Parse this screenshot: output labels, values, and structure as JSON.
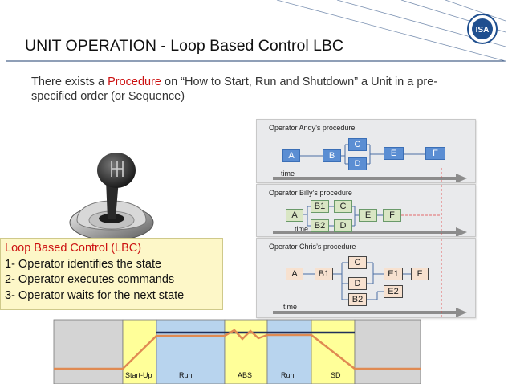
{
  "slide": {
    "title": "UNIT OPERATION - Loop Based Control LBC",
    "logo_text": "ISA",
    "subtitle_pre": "There exists a ",
    "subtitle_highlight": "Procedure",
    "subtitle_post": " on “How to Start, Run and Shutdown” a Unit in a pre-specified order (or Sequence)"
  },
  "panels": [
    {
      "title": "Operator Andy’s procedure",
      "time_label": "time",
      "nodes": [
        "A",
        "B",
        "C",
        "D",
        "E",
        "F"
      ]
    },
    {
      "title": "Operator Billy’s procedure",
      "time_label": "time",
      "nodes": [
        "A",
        "B1",
        "B2",
        "C",
        "D",
        "E",
        "F"
      ]
    },
    {
      "title": "Operator Chris’s procedure",
      "time_label": "time",
      "nodes": [
        "A",
        "B1",
        "C",
        "D",
        "B2",
        "E1",
        "E2",
        "F"
      ]
    }
  ],
  "lbc": {
    "title": "Loop Based Control (LBC)",
    "items": [
      "1- Operator  identifies the state",
      "2- Operator executes commands",
      "3- Operator waits for the next state"
    ]
  },
  "phases": {
    "labels": [
      "Start-Up",
      "Run",
      "ABS",
      "Run",
      "SD"
    ],
    "colors": {
      "grey": "#d4d4d4",
      "yellow": "#ffff99",
      "blue": "#b8d4ee",
      "trend": "#e08a52",
      "setpoint": "#1f2f5a"
    }
  },
  "colors": {
    "node_blue": "#5b8ed3",
    "node_green": "#d9e6c4",
    "node_peach": "#f7e1cf",
    "highlight_red": "#cc1111",
    "dashed_red": "#e04040"
  }
}
